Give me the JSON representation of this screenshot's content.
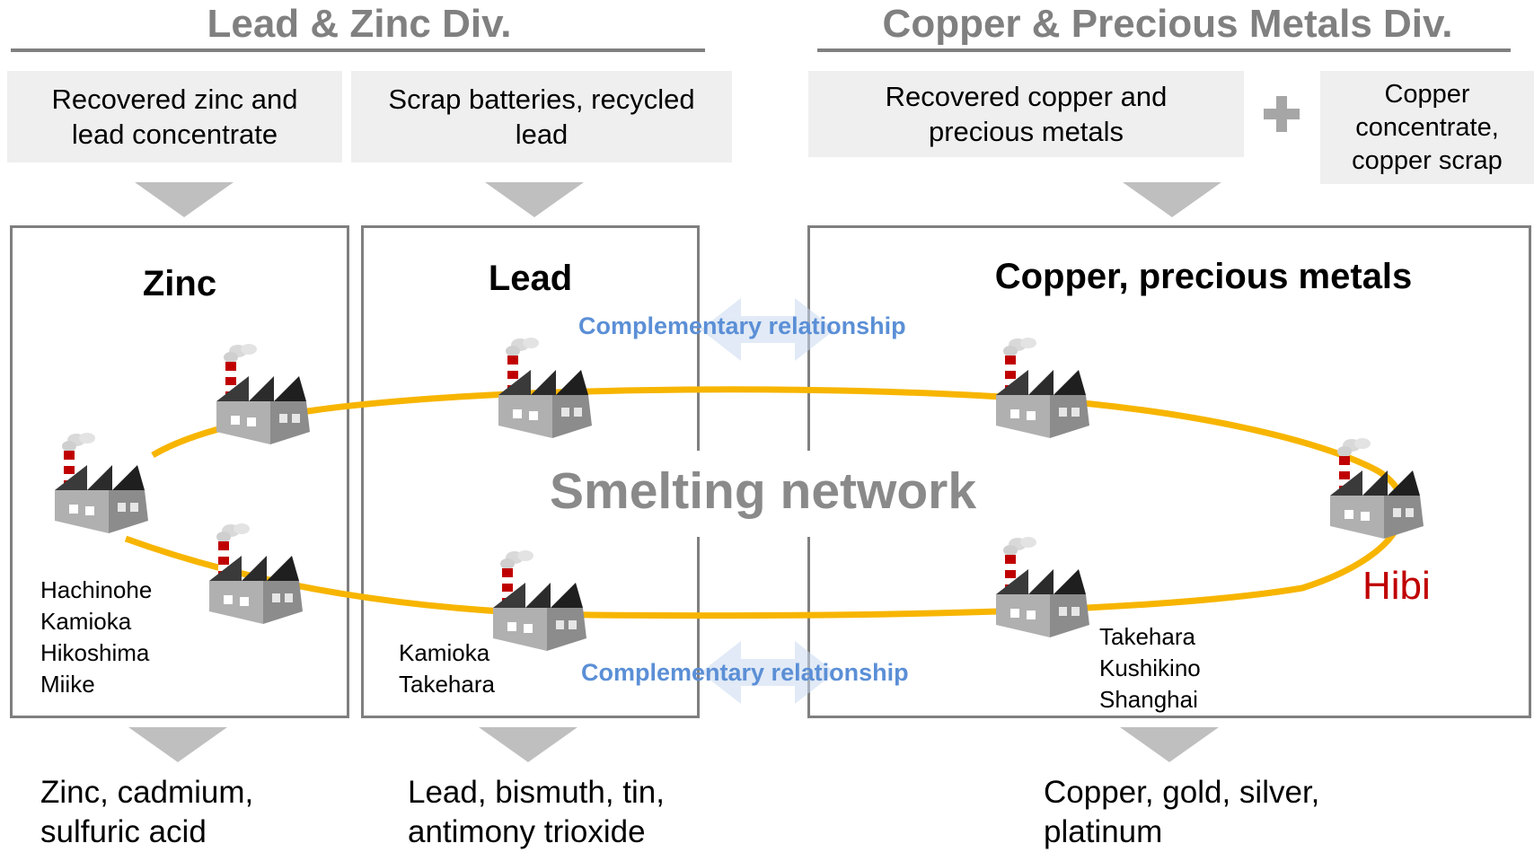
{
  "divisions": {
    "lead_zinc": {
      "title": "Lead & Zinc Div."
    },
    "copper_precious": {
      "title": "Copper & Precious Metals Div."
    }
  },
  "inputs": {
    "zinc": "Recovered zinc and\nlead concentrate",
    "lead": "Scrap batteries, recycled\nlead",
    "copper_recovered": "Recovered copper and\nprecious metals",
    "plus_symbol": "+",
    "copper_concentrate": "Copper\nconcentrate,\ncopper scrap"
  },
  "boxes": {
    "zinc": {
      "title": "Zinc",
      "locations": "Hachinohe\nKamioka\nHikoshima\nMiike"
    },
    "lead": {
      "title": "Lead",
      "locations": "Kamioka\nTakehara"
    },
    "copper": {
      "title": "Copper, precious metals",
      "locations": "Takehara\nKushikino\nShanghai"
    }
  },
  "network": {
    "label": "Smelting network",
    "complementary_top": "Complementary relationship",
    "complementary_bottom": "Complementary relationship",
    "hibi": "Hibi",
    "ring_color": "#f7b500"
  },
  "outputs": {
    "zinc": "Zinc, cadmium,\nsulfuric acid",
    "lead": "Lead, bismuth, tin,\nantimony trioxide",
    "copper": "Copper, gold, silver,\nplatinum"
  },
  "colors": {
    "division_title": "#808080",
    "input_fill": "#efefef",
    "arrow": "#bfbfbf",
    "box_border": "#7f7f7f",
    "complementary": "#5b8fd6",
    "hibi": "#c00000"
  },
  "icons": [
    "factory-icon",
    "down-arrow-icon",
    "double-arrow-icon",
    "plus-icon"
  ]
}
